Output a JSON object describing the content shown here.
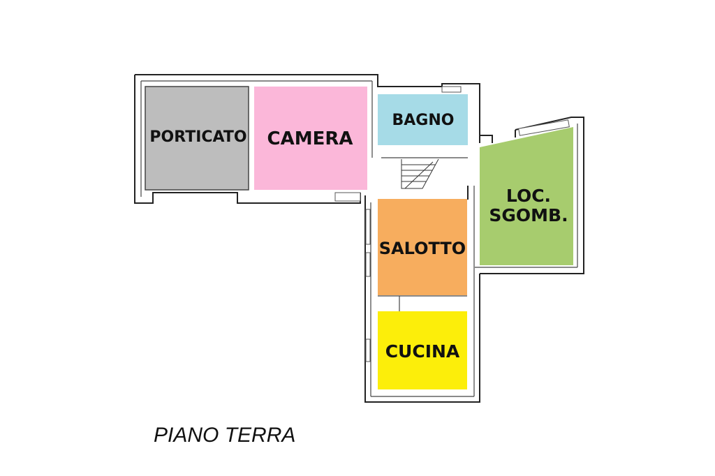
{
  "floor": {
    "caption": "PIANO TERRA"
  },
  "rooms": {
    "porticato": {
      "label": "PORTICATO",
      "color": "#bdbdbd"
    },
    "camera": {
      "label": "CAMERA",
      "color": "#fbb7d9"
    },
    "bagno": {
      "label": "BAGNO",
      "color": "#a6dbe7"
    },
    "loc_sgomb": {
      "label_line1": "LOC.",
      "label_line2": "SGOMB.",
      "color": "#a7cc6e"
    },
    "salotto": {
      "label": "SALOTTO",
      "color": "#f7ad5e"
    },
    "cucina": {
      "label": "CUCINA",
      "color": "#fcee0a"
    }
  },
  "colors": {
    "wall": "#222222",
    "background": "#ffffff"
  }
}
